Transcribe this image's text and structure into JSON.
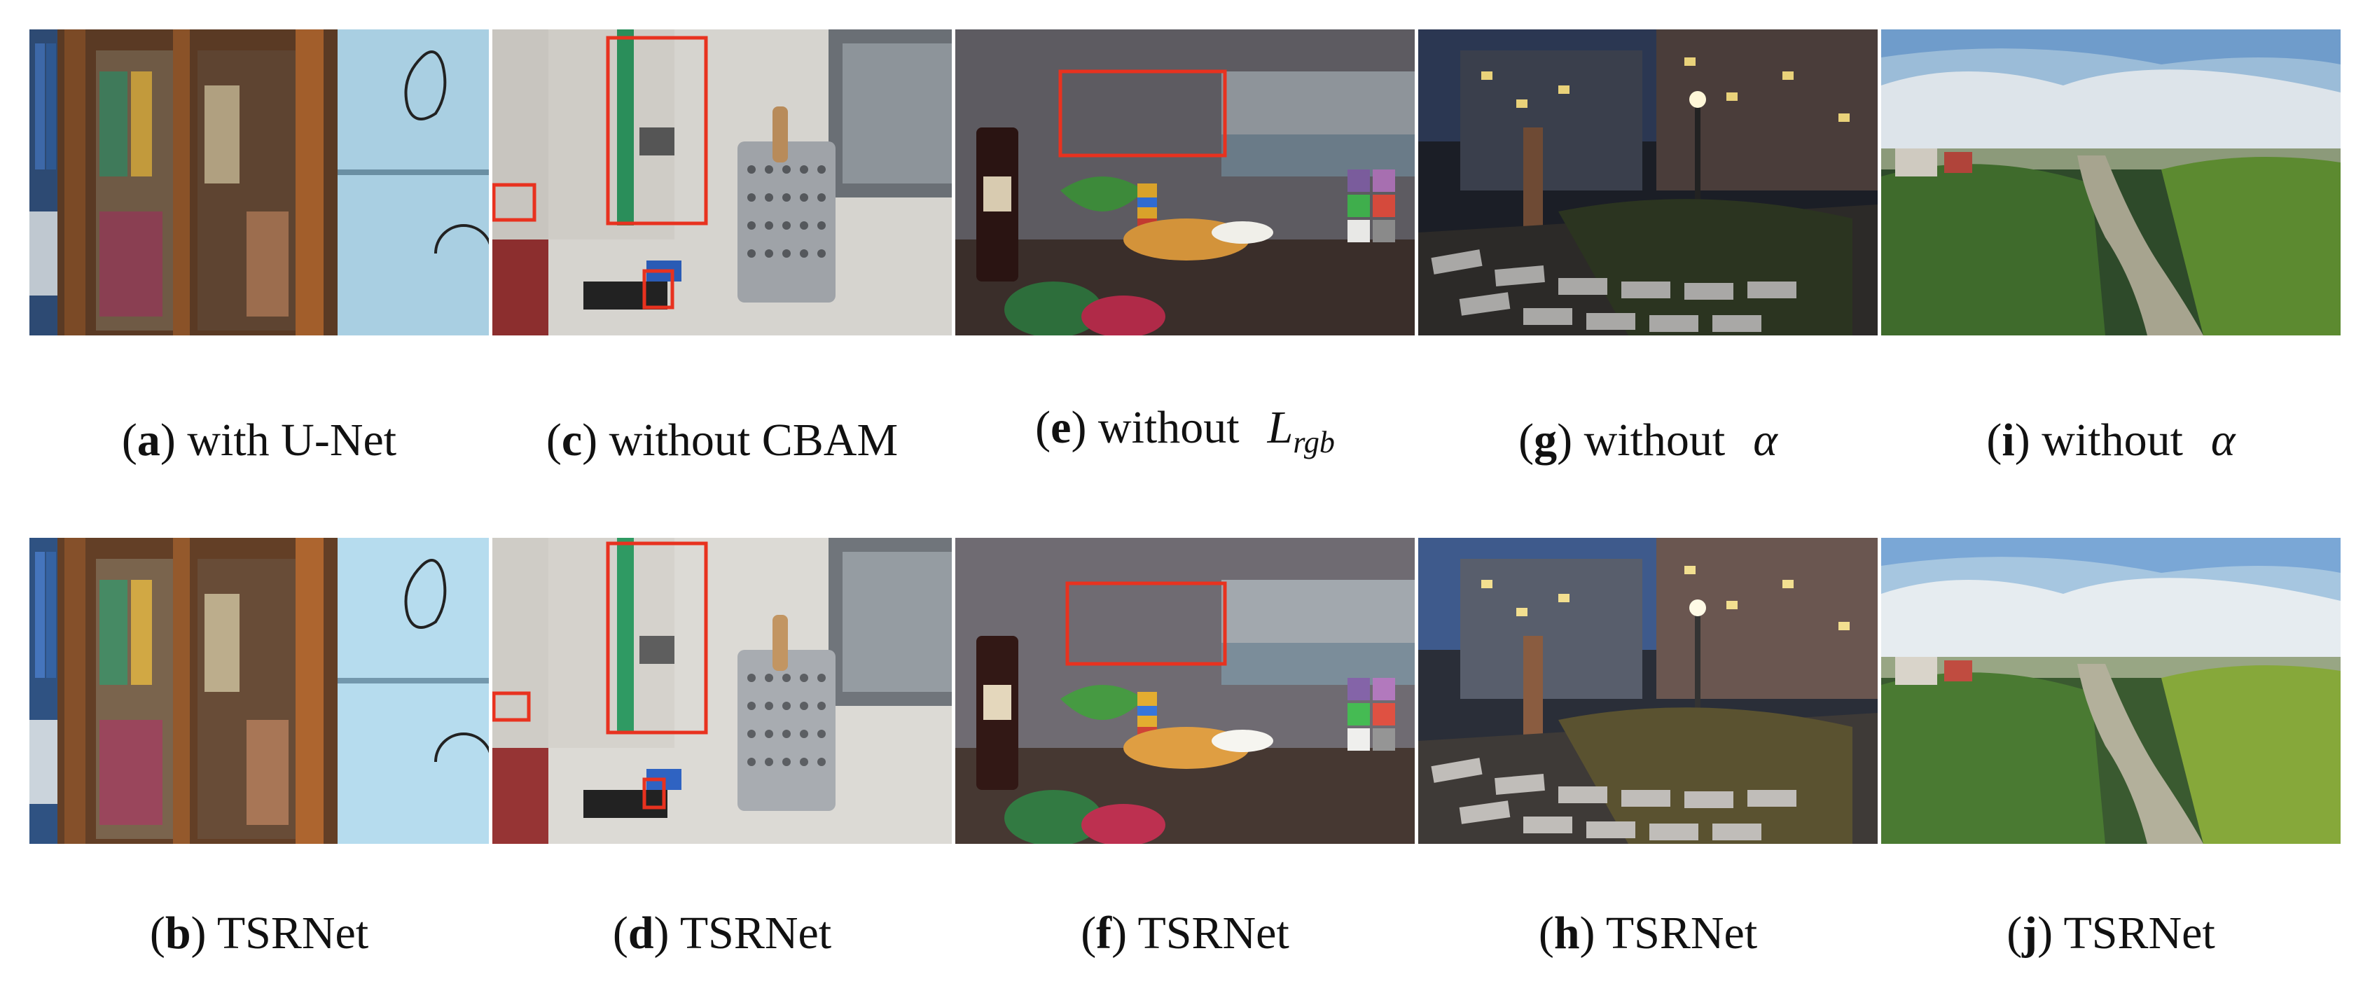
{
  "figure": {
    "panels": [
      {
        "id": "a",
        "letter": "a",
        "caption": "with U-Net",
        "math": "",
        "sub": "",
        "scene": "bookshelf-icon"
      },
      {
        "id": "c",
        "letter": "c",
        "caption": "without CBAM",
        "math": "",
        "sub": "",
        "scene": "kitchen-sink-icon"
      },
      {
        "id": "e",
        "letter": "e",
        "caption": "without",
        "math": "L",
        "sub": "rgb",
        "scene": "still-life-icon"
      },
      {
        "id": "g",
        "letter": "g",
        "caption": "without",
        "math": "α",
        "sub": "",
        "scene": "street-night-icon"
      },
      {
        "id": "i",
        "letter": "i",
        "caption": "without",
        "math": "α",
        "sub": "",
        "scene": "river-valley-icon"
      },
      {
        "id": "b",
        "letter": "b",
        "caption": "TSRNet",
        "math": "",
        "sub": "",
        "scene": "bookshelf-icon"
      },
      {
        "id": "d",
        "letter": "d",
        "caption": "TSRNet",
        "math": "",
        "sub": "",
        "scene": "kitchen-sink-icon"
      },
      {
        "id": "f",
        "letter": "f",
        "caption": "TSRNet",
        "math": "",
        "sub": "",
        "scene": "still-life-icon"
      },
      {
        "id": "h",
        "letter": "h",
        "caption": "TSRNet",
        "math": "",
        "sub": "",
        "scene": "street-night-icon"
      },
      {
        "id": "j",
        "letter": "j",
        "caption": "TSRNet",
        "math": "",
        "sub": "",
        "scene": "river-valley-icon"
      }
    ],
    "colors": {
      "highlight_box": "#e8321f",
      "caption_text": "#111111",
      "background": "#ffffff"
    }
  }
}
